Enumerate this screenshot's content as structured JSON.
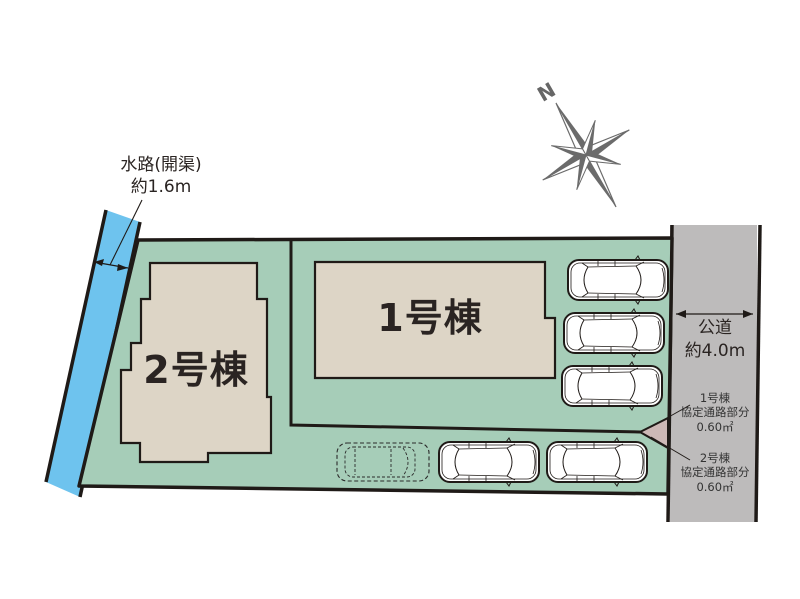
{
  "colors": {
    "lot": "#a6cdb8",
    "building": "#ddd5c6",
    "waterway": "#6ec3ee",
    "road": "#bdbbbb",
    "outline": "#1f1a17",
    "compass": "#6b6b6b"
  },
  "compass": {
    "north_label": "N"
  },
  "waterway": {
    "name": "水路(開渠)",
    "width": "約1.6m"
  },
  "road": {
    "name": "公道",
    "width": "約4.0m"
  },
  "buildings": [
    {
      "id": "bldg-1",
      "label": "1号棟"
    },
    {
      "id": "bldg-2",
      "label": "2号棟"
    }
  ],
  "easements": [
    {
      "building": "1号棟",
      "label": "協定通路部分",
      "area": "0.60㎡"
    },
    {
      "building": "2号棟",
      "label": "協定通路部分",
      "area": "0.60㎡"
    }
  ],
  "parking": {
    "lot1_spaces": 3,
    "lot2_spaces": 2,
    "lot2_optional_spaces": 1
  }
}
